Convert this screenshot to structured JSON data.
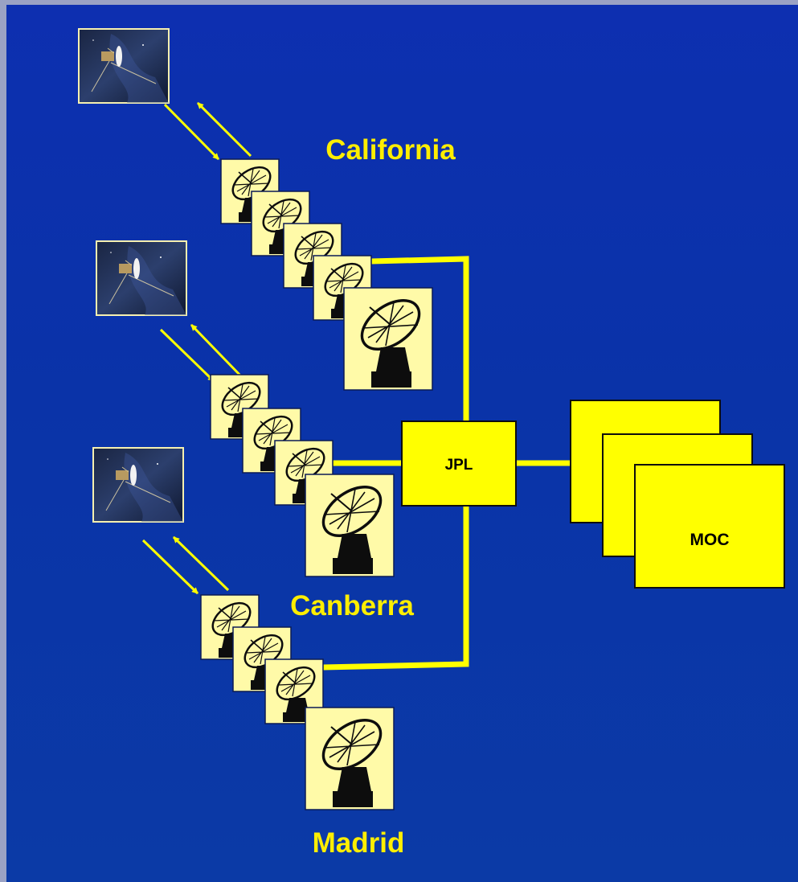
{
  "sites": [
    {
      "name": "California"
    },
    {
      "name": "Canberra"
    },
    {
      "name": "Madrid"
    }
  ],
  "jpl": {
    "label": "JPL"
  },
  "moc": {
    "label": "MOC"
  },
  "colors": {
    "background": "#0a33a8",
    "yellow": "#ffff00",
    "site_label": "#ffee00",
    "antenna_card": "#fffaa8",
    "antenna_ink": "#0d0d0d"
  },
  "icons": {
    "spacecraft": "spacecraft-icon",
    "antenna": "dish-antenna-icon"
  }
}
